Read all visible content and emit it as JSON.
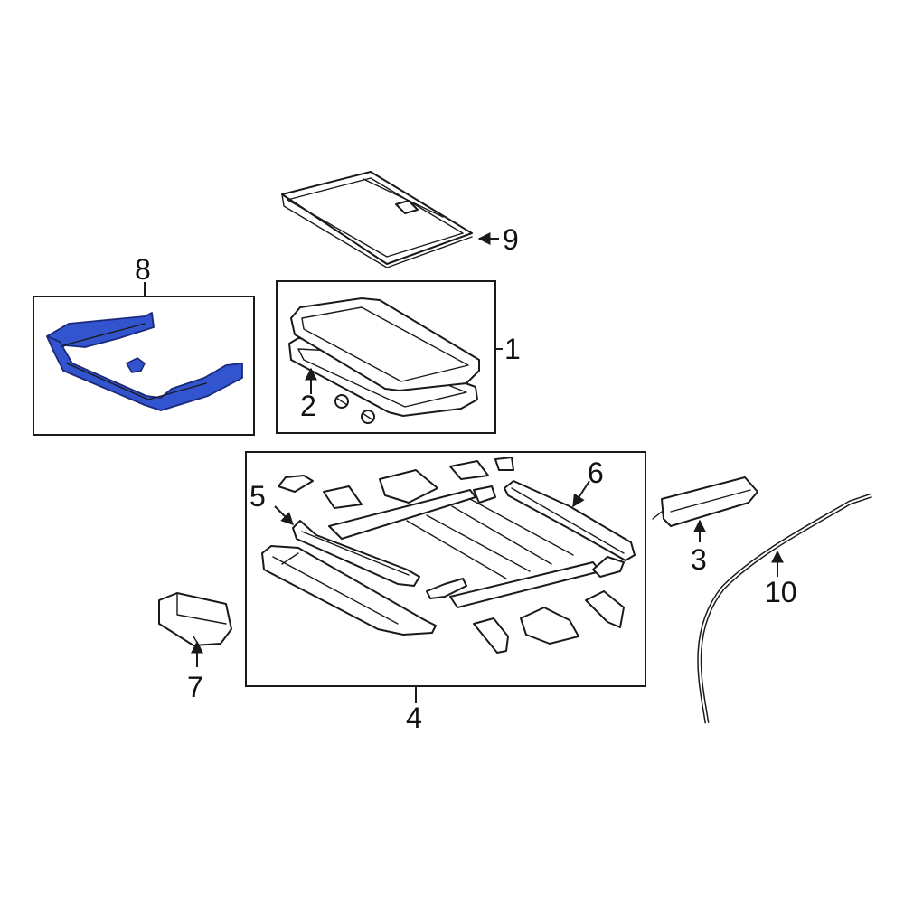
{
  "colors": {
    "highlight": "#2f4fc4",
    "highlight_fill": "#3354cf",
    "line": "#1a1a1a",
    "background": "#ffffff"
  },
  "callouts": [
    {
      "id": "1",
      "label": "1"
    },
    {
      "id": "2",
      "label": "2"
    },
    {
      "id": "3",
      "label": "3"
    },
    {
      "id": "4",
      "label": "4"
    },
    {
      "id": "5",
      "label": "5"
    },
    {
      "id": "6",
      "label": "6"
    },
    {
      "id": "7",
      "label": "7"
    },
    {
      "id": "8",
      "label": "8"
    },
    {
      "id": "9",
      "label": "9"
    },
    {
      "id": "10",
      "label": "10"
    }
  ],
  "highlighted_part": "8"
}
